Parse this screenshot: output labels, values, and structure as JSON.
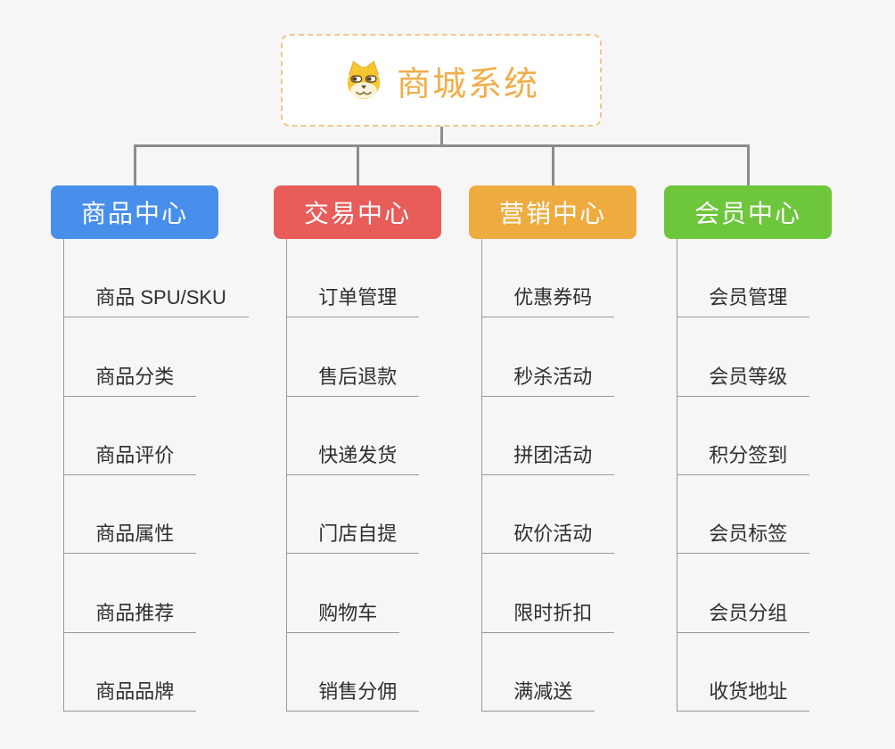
{
  "root": {
    "title": "商城系统",
    "icon": "doge-icon"
  },
  "branches": [
    {
      "label": "商品中心",
      "color": "#478FEB",
      "children": [
        "商品 SPU/SKU",
        "商品分类",
        "商品评价",
        "商品属性",
        "商品推荐",
        "商品品牌"
      ]
    },
    {
      "label": "交易中心",
      "color": "#E85C5A",
      "children": [
        "订单管理",
        "售后退款",
        "快递发货",
        "门店自提",
        "购物车",
        "销售分佣"
      ]
    },
    {
      "label": "营销中心",
      "color": "#EEAC40",
      "children": [
        "优惠券码",
        "秒杀活动",
        "拼团活动",
        "砍价活动",
        "限时折扣",
        "满减送"
      ]
    },
    {
      "label": "会员中心",
      "color": "#6EC63C",
      "children": [
        "会员管理",
        "会员等级",
        "积分签到",
        "会员标签",
        "会员分组",
        "收货地址"
      ]
    }
  ],
  "style": {
    "background": "#F6F6F6",
    "root_border_color": "#F0C98C",
    "root_title_color": "#F1AE4A",
    "branch_text_color": "#FFFFFF",
    "connector_color": "#8C8C8C",
    "leaf_line_color": "#999999",
    "leaf_text_color": "#2F2F2F",
    "doge_yellow": "#F6C630",
    "doge_cream": "#FBF3DC",
    "doge_brown": "#5C4423"
  }
}
